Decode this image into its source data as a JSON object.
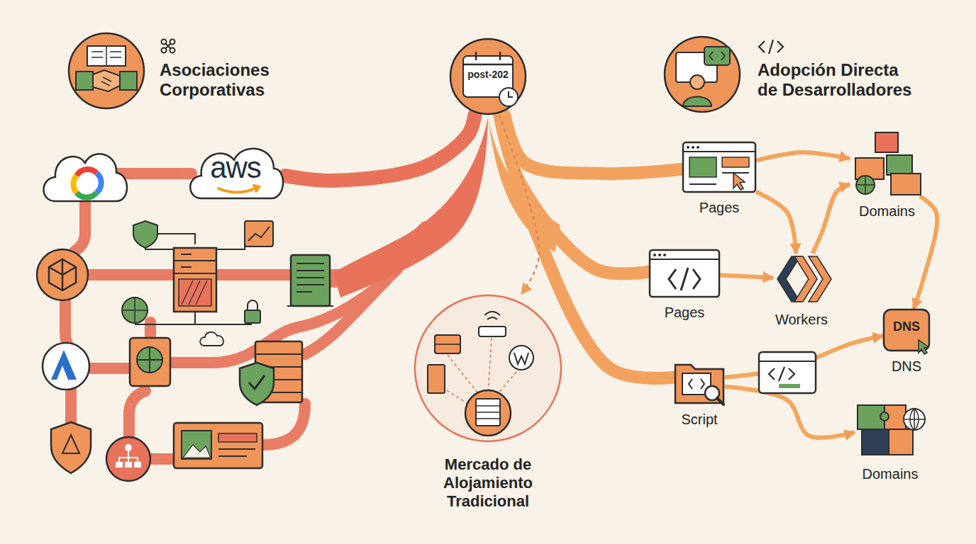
{
  "diagram": {
    "nodes": [
      {
        "text": [
          "post-202"
        ]
      },
      {
        "text": [
          "Asociaciones Corporativas"
        ]
      },
      {
        "text": [
          "Adopción Directa de Desarrolladores"
        ]
      },
      {
        "text": [
          "Mercado de Alojamiento Tradicional"
        ]
      },
      {
        "text": [
          "aws"
        ]
      },
      {
        "text": [
          "Pages"
        ]
      },
      {
        "text": [
          "Pages"
        ]
      },
      {
        "text": [
          "Workers"
        ]
      },
      {
        "text": [
          "Domains"
        ]
      },
      {
        "text": [
          "DNS",
          "DNS"
        ]
      },
      {
        "text": [
          "Script"
        ]
      },
      {
        "text": [
          "Domains"
        ]
      }
    ],
    "edges": [
      {
        "from": 4,
        "to": 0,
        "arrow": "none"
      },
      {
        "from": 0,
        "to": 5,
        "arrow": "none"
      },
      {
        "from": 0,
        "to": 6,
        "arrow": "none"
      },
      {
        "from": 0,
        "to": 10,
        "arrow": "none"
      },
      {
        "from": 0,
        "to": 3,
        "arrow": "to"
      },
      {
        "from": 5,
        "to": 8,
        "arrow": "to"
      },
      {
        "from": 5,
        "to": 7,
        "arrow": "to"
      },
      {
        "from": 6,
        "to": 7,
        "arrow": "to"
      },
      {
        "from": 7,
        "to": 8,
        "arrow": "to"
      },
      {
        "from": 8,
        "to": 9,
        "arrow": "to"
      },
      {
        "from": 10,
        "to": 9,
        "arrow": "to"
      },
      {
        "from": 10,
        "to": 11,
        "arrow": "to"
      }
    ]
  }
}
